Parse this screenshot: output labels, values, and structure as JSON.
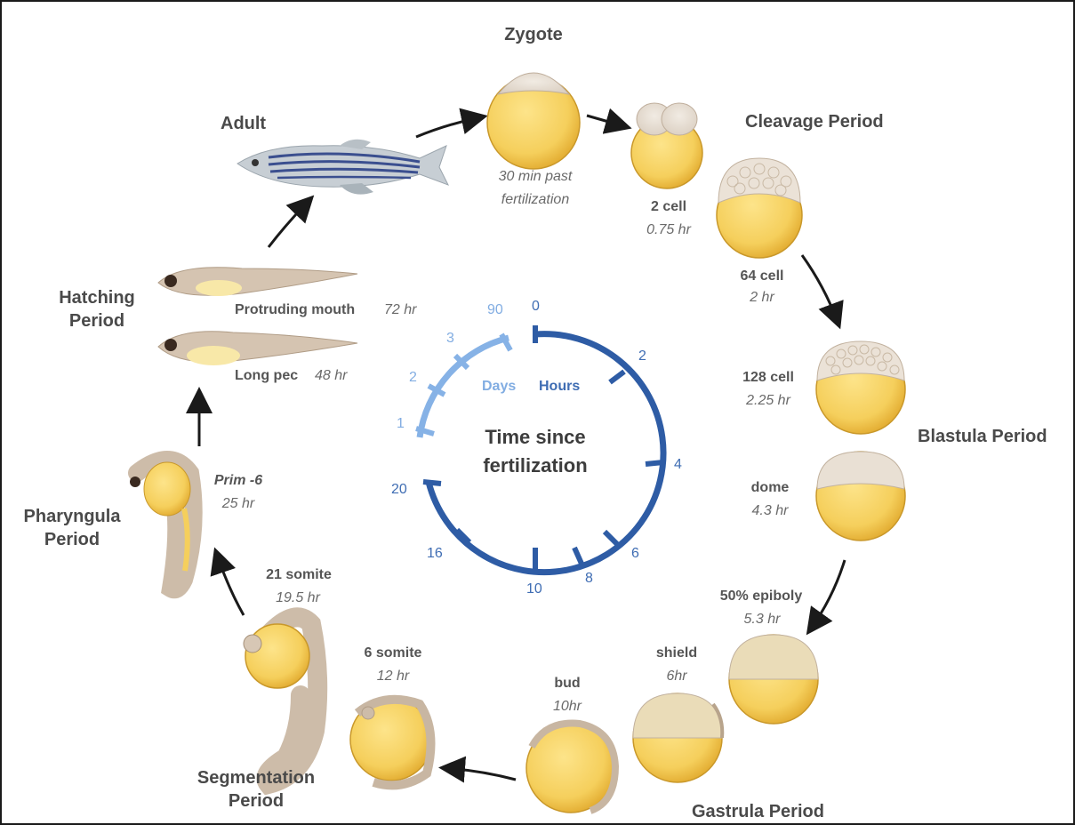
{
  "center": {
    "title_line1": "Time since",
    "title_line2": "fertilization",
    "hours_label": "Hours",
    "days_label": "Days",
    "hour_ticks": [
      "0",
      "2",
      "4",
      "6",
      "8",
      "10",
      "16",
      "20"
    ],
    "day_ticks": [
      "1",
      "2",
      "3",
      "90"
    ],
    "colors": {
      "hours": "#2e5ca5",
      "days": "#86b2e6"
    }
  },
  "periods": {
    "zygote": "Zygote",
    "cleavage": "Cleavage Period",
    "blastula": "Blastula Period",
    "gastrula": "Gastrula Period",
    "segmentation_line1": "Segmentation",
    "segmentation_line2": "Period",
    "pharyngula_line1": "Pharyngula",
    "pharyngula_line2": "Period",
    "hatching_line1": "Hatching",
    "hatching_line2": "Period",
    "adult": "Adult"
  },
  "stages": {
    "zygote": {
      "time_line1": "30 min past",
      "time_line2": "fertilization"
    },
    "two_cell": {
      "name": "2 cell",
      "time": "0.75 hr"
    },
    "cell64": {
      "name": "64 cell",
      "time": "2 hr"
    },
    "cell128": {
      "name": "128 cell",
      "time": "2.25 hr"
    },
    "dome": {
      "name": "dome",
      "time": "4.3 hr"
    },
    "epiboly": {
      "name": "50% epiboly",
      "time": "5.3 hr"
    },
    "shield": {
      "name": "shield",
      "time": "6hr"
    },
    "bud": {
      "name": "bud",
      "time": "10hr"
    },
    "somite6": {
      "name": "6 somite",
      "time": "12 hr"
    },
    "somite21": {
      "name": "21 somite",
      "time": "19.5 hr"
    },
    "prim": {
      "name": "Prim -6",
      "time": "25 hr"
    },
    "longpec": {
      "name": "Long pec",
      "time": "48 hr"
    },
    "protruding": {
      "name": "Protruding mouth",
      "time": "72 hr"
    }
  },
  "colors": {
    "yolk": "#f7d66a",
    "yolk_dark": "#e9b73a",
    "cytoplasm": "#e6dccf",
    "embryo": "#c9b8a8",
    "arrow": "#1a1a1a",
    "frame": "#1a1a1a"
  }
}
